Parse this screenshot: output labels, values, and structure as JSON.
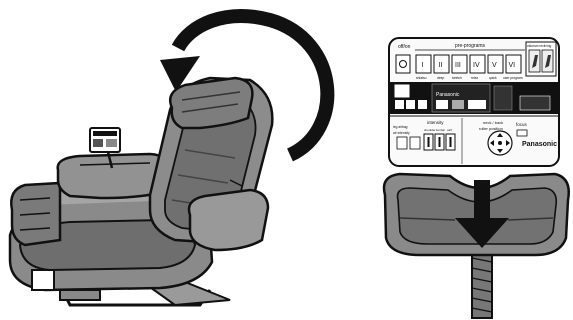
{
  "remote": {
    "brand": "Panasonic",
    "top_left_label": "off/on",
    "programs_label": "pre-programs",
    "recline_label": "ottoman  reclining",
    "program_keys": [
      "I",
      "II",
      "III",
      "IV",
      "V",
      "VI"
    ],
    "program_sublabels": [
      "shiatsu",
      "deep",
      "stretch",
      "relax",
      "quick",
      "user program"
    ],
    "intensity_label": "intensity",
    "intensity_sub": [
      "shoulder",
      "lumbar",
      "calf"
    ],
    "neck_label": "neck / back",
    "roller_label": "roller position",
    "focus_label": "focus",
    "lower_left_labels": [
      "leg airbag",
      "air intensity"
    ],
    "lcd_text": "Panasonic"
  },
  "icons": {
    "arrow_color": "#111111",
    "chair_color": "#7d7d7d",
    "chair_dark": "#4a4a4a"
  }
}
